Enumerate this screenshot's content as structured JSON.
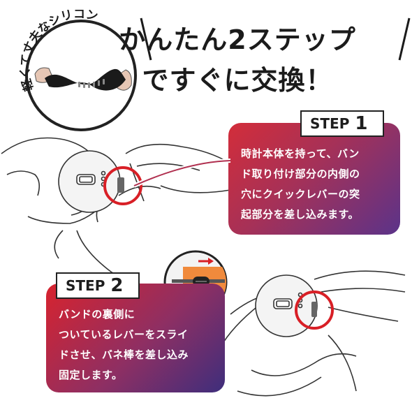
{
  "silicone_circle": {
    "label": "軽くて丈夫なシリコン"
  },
  "headline": {
    "line1": "かんたん2ステップ",
    "line2": "ですぐに交換！"
  },
  "step1": {
    "badge_label": "STEP",
    "badge_number": "1",
    "text": "時計本体を持って、バン\nド取り付け部分の内側の\n穴にクイックレバーの突\n起部分を差し込みます。"
  },
  "step2": {
    "badge_label": "STEP",
    "badge_number": "2",
    "text": "バンドの裏側に\nついているレバーをスライ\nドさせ、バネ棒を差し込み\n固定します。"
  },
  "colors": {
    "accent_red": "#d7232f",
    "accent_purple": "#4a3386",
    "highlight_circle": "#d81f26",
    "lever_orange": "#f08a3c"
  }
}
